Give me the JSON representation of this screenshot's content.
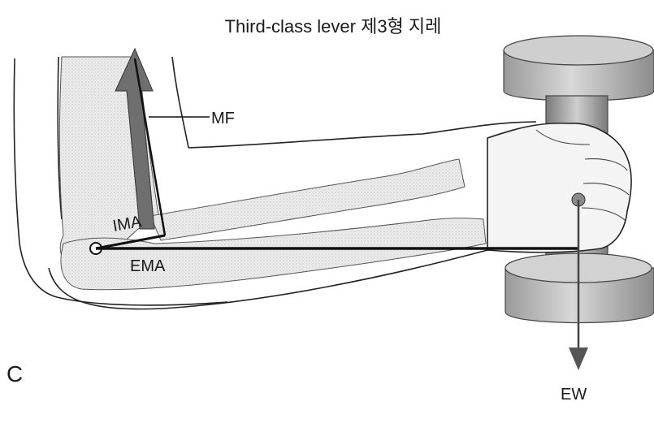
{
  "title": "Third-class lever 제3형 지레",
  "panel_letter": "C",
  "labels": {
    "muscle_force": "MF",
    "internal_moment_arm": "IMA",
    "external_moment_arm": "EMA",
    "external_weight": "EW"
  },
  "colors": {
    "line": "#111111",
    "force_arrow": "#6f6f6f",
    "bone_fill": "#e6e6e6",
    "dumbbell_fill": "#bdbdbd",
    "background": "#ffffff"
  }
}
